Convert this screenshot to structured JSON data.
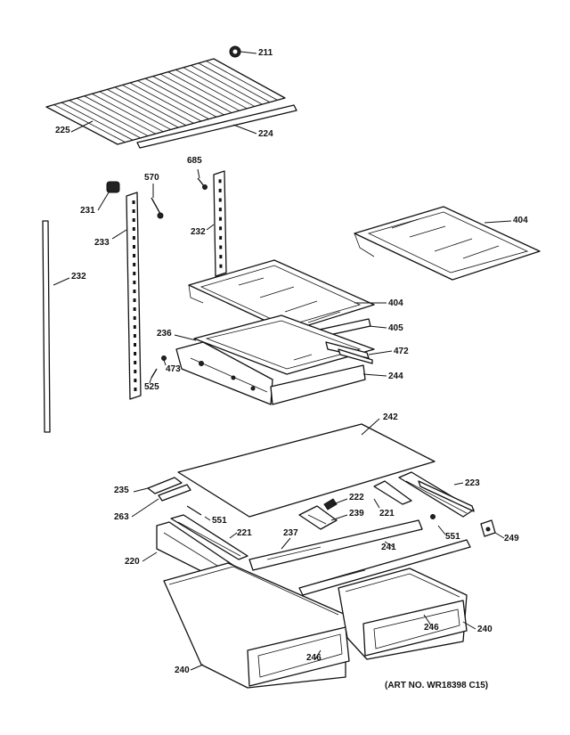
{
  "diagram": {
    "art_number": "(ART NO. WR18398 C15)",
    "callouts": {
      "p211": "211",
      "p225": "225",
      "p224": "224",
      "p685": "685",
      "p570": "570",
      "p231": "231",
      "p233": "233",
      "p232a": "232",
      "p232b": "232",
      "p404a": "404",
      "p404b": "404",
      "p405": "405",
      "p236": "236",
      "p472": "472",
      "p473": "473",
      "p525": "525",
      "p244": "244",
      "p242": "242",
      "p235": "235",
      "p223": "223",
      "p222": "222",
      "p263": "263",
      "p239": "239",
      "p221a": "221",
      "p221b": "221",
      "p551a": "551",
      "p551b": "551",
      "p249": "249",
      "p237": "237",
      "p241": "241",
      "p220": "220",
      "p246a": "246",
      "p246b": "246",
      "p240a": "240",
      "p240b": "240"
    }
  }
}
